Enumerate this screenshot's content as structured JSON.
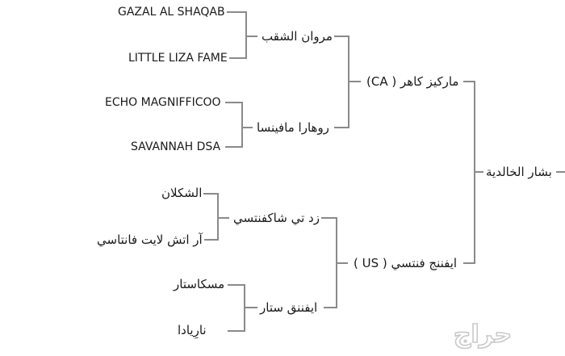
{
  "pedigree": {
    "root": "بشار الخالدية",
    "sire": "ماركيز كاهر ( CA)",
    "dam": "ايفننج فنتسي ( US )",
    "sire_sire": "مروان الشقب",
    "sire_dam": "روهارا مافينسا",
    "dam_sire": "زد تي شاكفنتسي",
    "dam_dam": "ايفننق ستار",
    "sss": "GAZAL AL SHAQAB",
    "ssd": "LITTLE LIZA FAME",
    "sds": "ECHO MAGNIFFICOO",
    "sdd": "SAVANNAH DSA",
    "dss": "الشكلان",
    "dsd": "آر اتش لايت فانتاسي",
    "dds": "مسكاستار",
    "ddd": "نارِيادا"
  },
  "watermark": {
    "text": "حراج",
    "color": "#c9c9c9"
  },
  "line_color": "#8a8a8a"
}
